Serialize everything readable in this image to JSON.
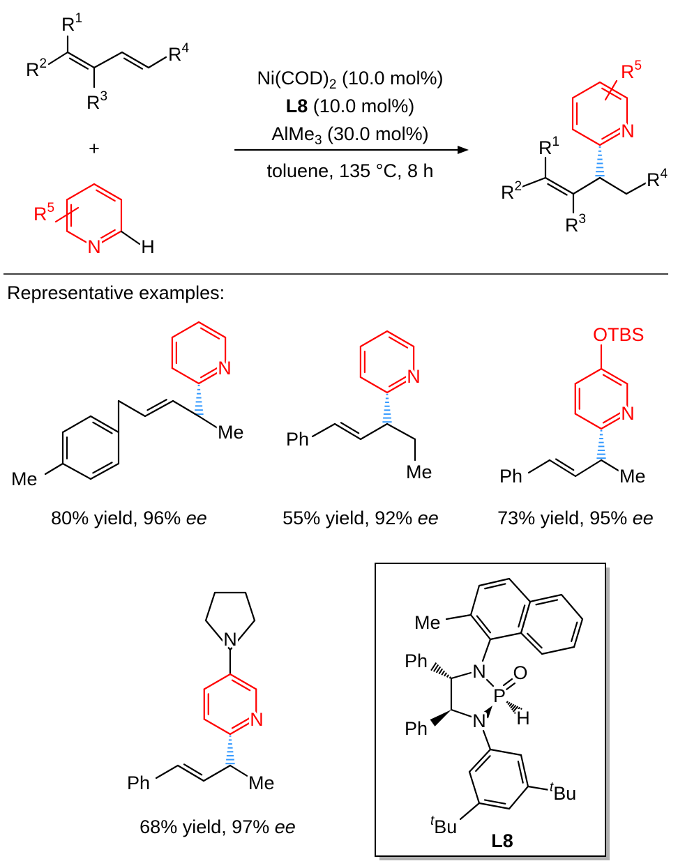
{
  "scheme": {
    "diene": {
      "r1": {
        "base": "R",
        "sup": "1"
      },
      "r2": {
        "base": "R",
        "sup": "2"
      },
      "r3": {
        "base": "R",
        "sup": "3"
      },
      "r4": {
        "base": "R",
        "sup": "4"
      }
    },
    "plus": "+",
    "pyridine": {
      "r5": {
        "base": "R",
        "sup": "5"
      },
      "n": "N",
      "h": "H"
    },
    "conditions": {
      "line1": {
        "a": "Ni(COD)",
        "sub": "2",
        "b": " (10.0 mol%)"
      },
      "line2": {
        "bold": "L8",
        "b": " (10.0 mol%)"
      },
      "line3": {
        "a": "AlMe",
        "sub": "3",
        "b": " (30.0 mol%)"
      },
      "line4": "toluene, 135 °C, 8 h"
    },
    "product": {
      "r1": {
        "base": "R",
        "sup": "1"
      },
      "r2": {
        "base": "R",
        "sup": "2"
      },
      "r3": {
        "base": "R",
        "sup": "3"
      },
      "r4": {
        "base": "R",
        "sup": "4"
      },
      "r5": {
        "base": "R",
        "sup": "5"
      },
      "n": "N"
    }
  },
  "section_title": "Representative examples:",
  "examples": [
    {
      "labels": {
        "n": "N",
        "me": "Me",
        "me2": "Me"
      },
      "yield": "80% yield, 96% ",
      "ee": "ee"
    },
    {
      "labels": {
        "n": "N",
        "ph": "Ph",
        "me": "Me"
      },
      "yield": "55% yield, 92% ",
      "ee": "ee"
    },
    {
      "labels": {
        "n": "N",
        "otbs": "OTBS",
        "ph": "Ph",
        "me": "Me"
      },
      "yield": "73% yield, 95% ",
      "ee": "ee"
    },
    {
      "labels": {
        "n": "N",
        "n2": "N",
        "ph": "Ph",
        "me": "Me"
      },
      "yield": "68% yield, 97% ",
      "ee": "ee"
    }
  ],
  "ligand": {
    "me": "Me",
    "ph1": "Ph",
    "ph2": "Ph",
    "n1": "N",
    "n2": "N",
    "p": "P",
    "o": "O",
    "h": "H",
    "tbu1": {
      "sup": "t",
      "base": "Bu"
    },
    "tbu2": {
      "sup": "t",
      "base": "Bu"
    },
    "name": "L8"
  },
  "colors": {
    "heteroarene": "#ff0000",
    "stereo_bond": "#3399ff",
    "bond": "#000000"
  }
}
